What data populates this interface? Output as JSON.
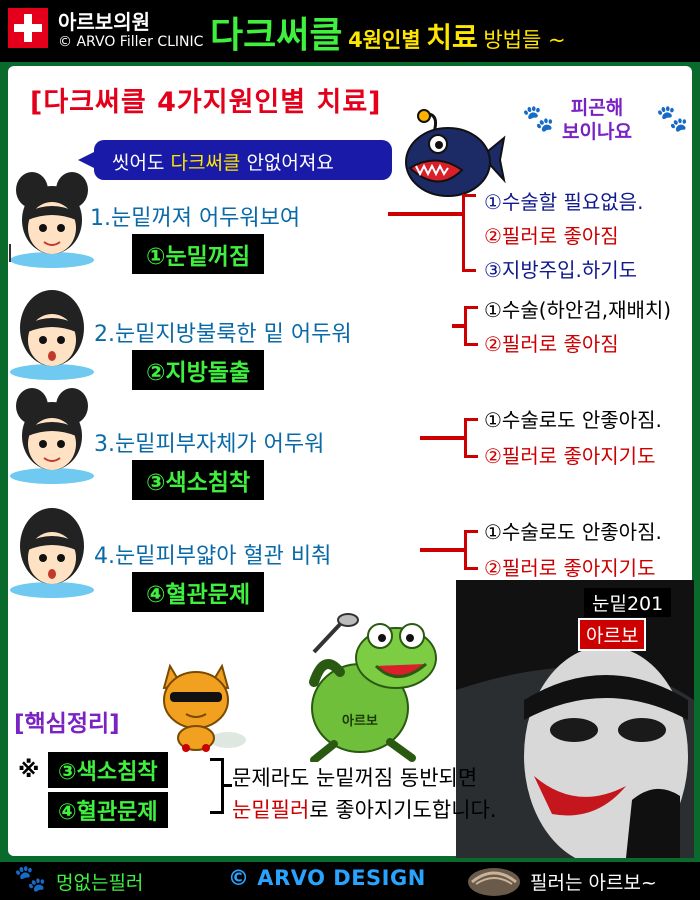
{
  "header": {
    "clinic_name": "아르보의원",
    "clinic_name_en": "© ARVO Filler CLINIC",
    "title_main": "다크써클",
    "title_part2": "4원인별",
    "title_part3": "치료",
    "title_part4": "방법들 ~"
  },
  "main": {
    "heading": "[다크써클 4가지원인별 치료]",
    "tired_line1": "피곤해",
    "tired_line2": "보이나요",
    "bubble_before": "씻어도 ",
    "bubble_highlight": "다크써클",
    "bubble_after": " 안없어져요"
  },
  "rows": [
    {
      "title": "1.눈밑꺼져 어두워보여",
      "label": "①눈밑꺼짐",
      "options": [
        "①수술할 필요없음.",
        "②필러로 좋아짐",
        "③지방주입.하기도"
      ]
    },
    {
      "title": "2.눈밑지방불룩한 밑 어두워",
      "label": "②지방돌출",
      "options": [
        "①수술(하안검,재배치)",
        "②필러로 좋아짐"
      ]
    },
    {
      "title": "3.눈밑피부자체가 어두워",
      "label": "③색소침착",
      "options": [
        "①수술로도 안좋아짐.",
        "②필러로 좋아지기도"
      ]
    },
    {
      "title": "4.눈밑피부얇아 혈관 비춰",
      "label": "④혈관문제",
      "options": [
        "①수술로도 안좋아짐.",
        "②필러로 좋아지기도"
      ]
    }
  ],
  "summary": {
    "heading": "[핵심정리]",
    "mark": "※",
    "items": [
      "③색소침착",
      "④혈관문제"
    ],
    "line1": "문제라도 눈밑꺼짐 동반되면",
    "line2_red": "눈밑필러",
    "line2_rest": "로 좋아지기도합니다."
  },
  "frog": {
    "label": "아르보"
  },
  "photo": {
    "tag1": "눈밑201",
    "tag2": "아르보"
  },
  "footer": {
    "left": "멍없는필러",
    "center": "© ARVO DESIGN",
    "right": "필러는 아르보~"
  },
  "colors": {
    "background_green": "#0a6a2c",
    "title_green": "#3ff03f",
    "title_yellow": "#ffe600",
    "accent_red": "#cc0000",
    "row_blue": "#0a6aa8",
    "bubble_navy": "#1a1aa8",
    "purple": "#7a22c2"
  }
}
